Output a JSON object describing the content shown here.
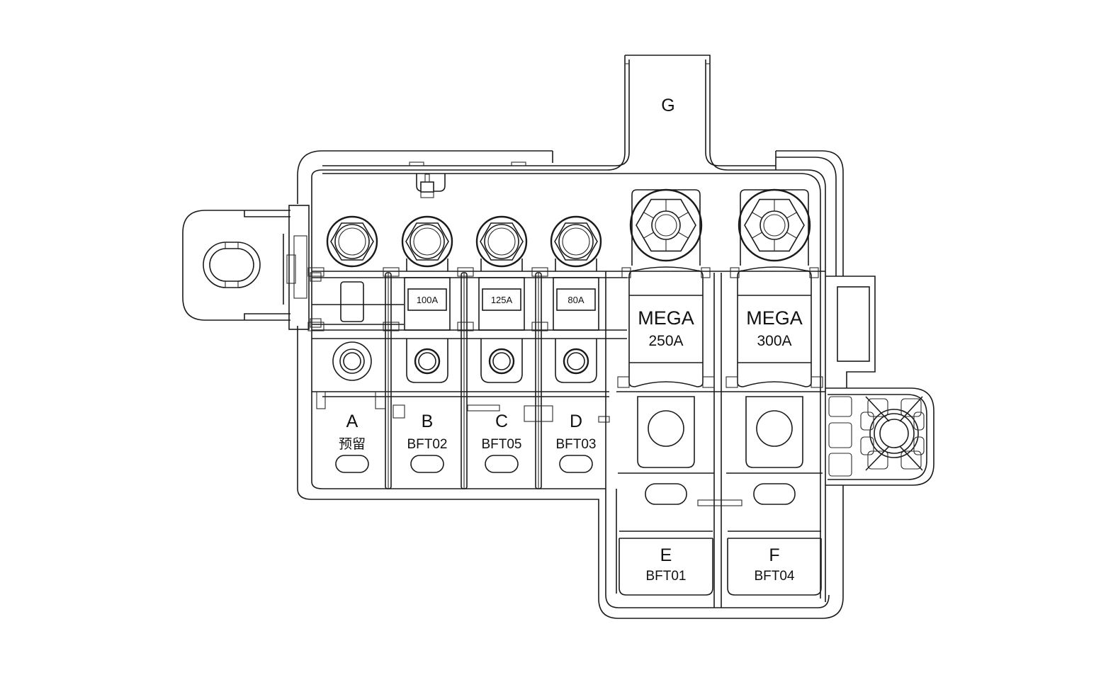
{
  "diagram": {
    "title": "Battery fuse box layout",
    "top_terminal": {
      "letter": "G"
    },
    "small_fuses": [
      {
        "letter": "A",
        "code": "预留",
        "rating": ""
      },
      {
        "letter": "B",
        "code": "BFT02",
        "rating": "100A"
      },
      {
        "letter": "C",
        "code": "BFT05",
        "rating": "125A"
      },
      {
        "letter": "D",
        "code": "BFT03",
        "rating": "80A"
      }
    ],
    "mega_fuses": [
      {
        "letter": "E",
        "code": "BFT01",
        "type": "MEGA",
        "rating": "250A"
      },
      {
        "letter": "F",
        "code": "BFT04",
        "type": "MEGA",
        "rating": "300A"
      }
    ],
    "colors": {
      "line": "#1a1a1a",
      "background": "#ffffff"
    }
  }
}
